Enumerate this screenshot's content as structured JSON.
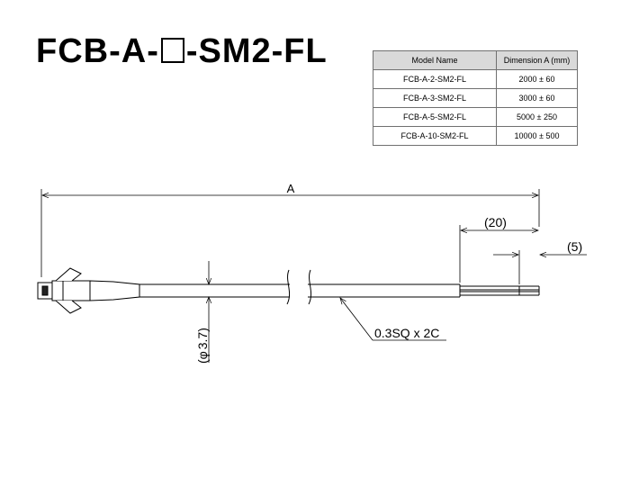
{
  "title": {
    "prefix": "FCB-A-",
    "suffix": "-SM2-FL"
  },
  "table": {
    "headers": [
      "Model Name",
      "Dimension A (mm)"
    ],
    "rows": [
      [
        "FCB-A-2-SM2-FL",
        "2000 ± 60"
      ],
      [
        "FCB-A-3-SM2-FL",
        "3000 ± 60"
      ],
      [
        "FCB-A-5-SM2-FL",
        "5000 ± 250"
      ],
      [
        "FCB-A-10-SM2-FL",
        "10000 ± 500"
      ]
    ]
  },
  "dimensions": {
    "overall": "A",
    "strip_outer": "20",
    "strip_inner": "5",
    "diameter": "3.7",
    "diameter_symbol": "φ",
    "wire_spec": "0.3SQ x 2C"
  }
}
